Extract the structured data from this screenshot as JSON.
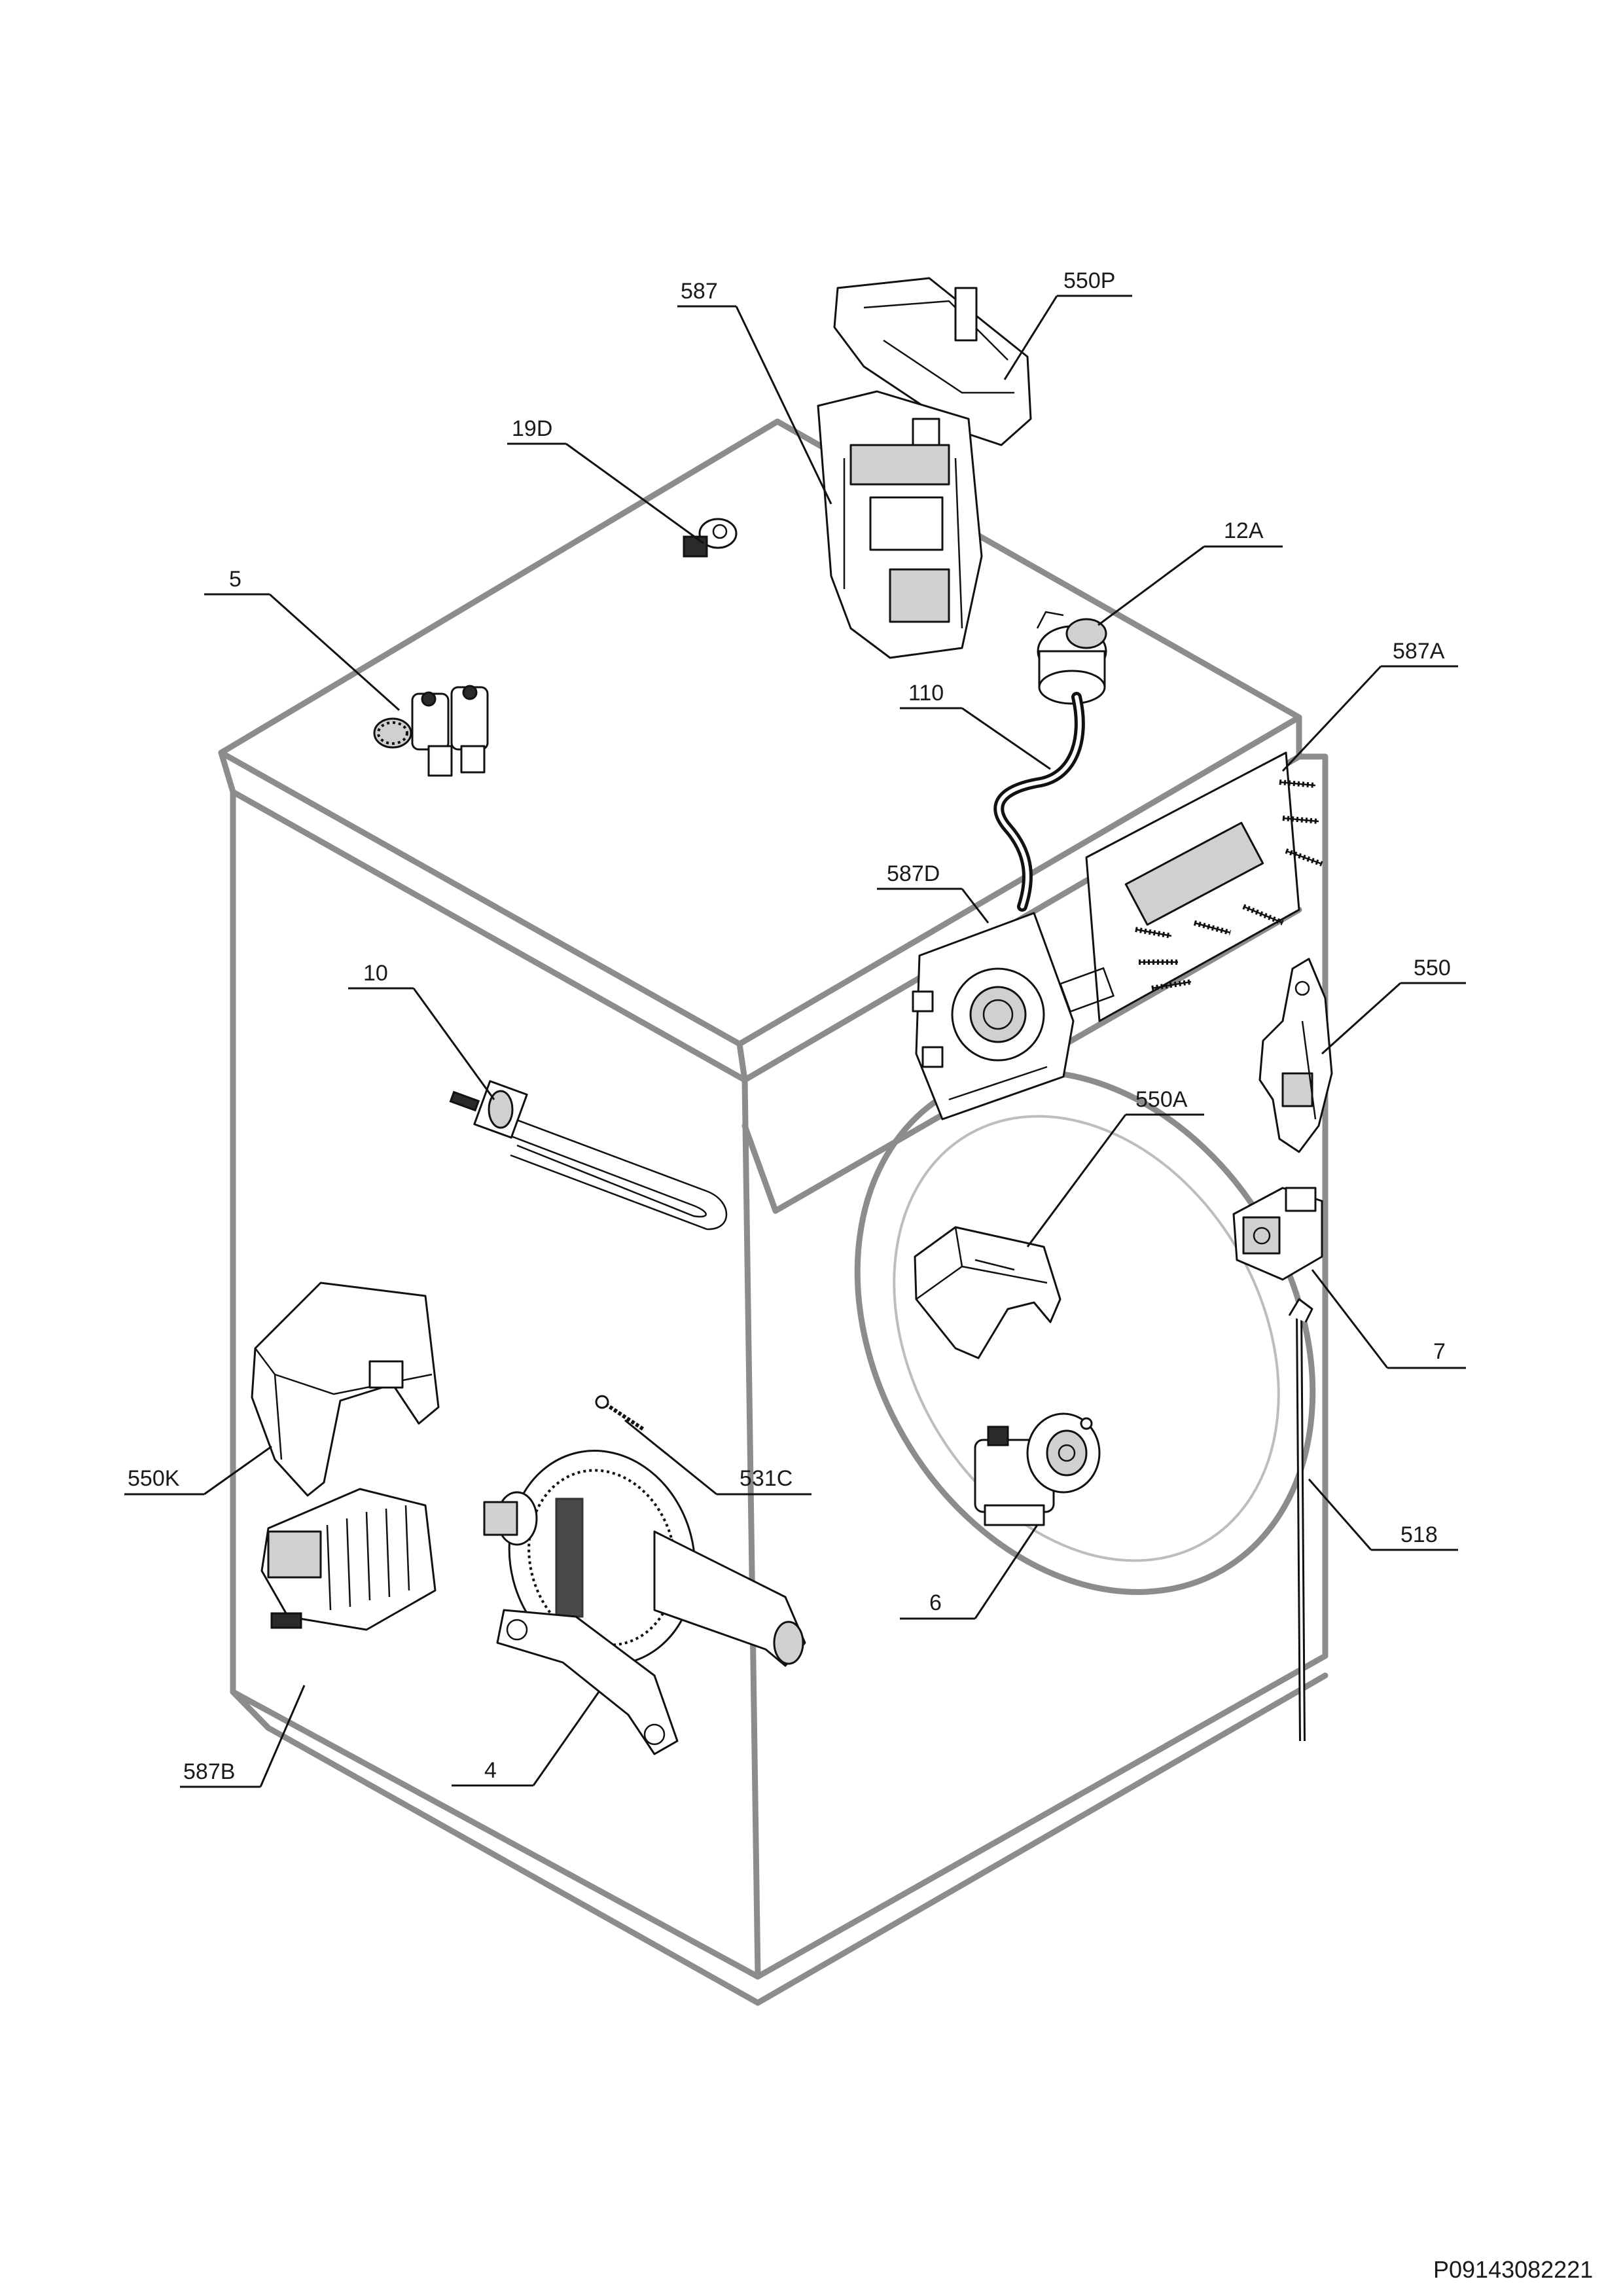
{
  "callouts": {
    "c587": "587",
    "c550P": "550P",
    "c19D": "19D",
    "c12A": "12A",
    "c5": "5",
    "c110": "110",
    "c587A": "587A",
    "c587D": "587D",
    "c10": "10",
    "c550": "550",
    "c550A": "550A",
    "c7": "7",
    "c550K": "550K",
    "c531C": "531C",
    "c518": "518",
    "c6": "6",
    "c587B": "587B",
    "c4": "4"
  },
  "footer": {
    "code": "P09143082221"
  }
}
